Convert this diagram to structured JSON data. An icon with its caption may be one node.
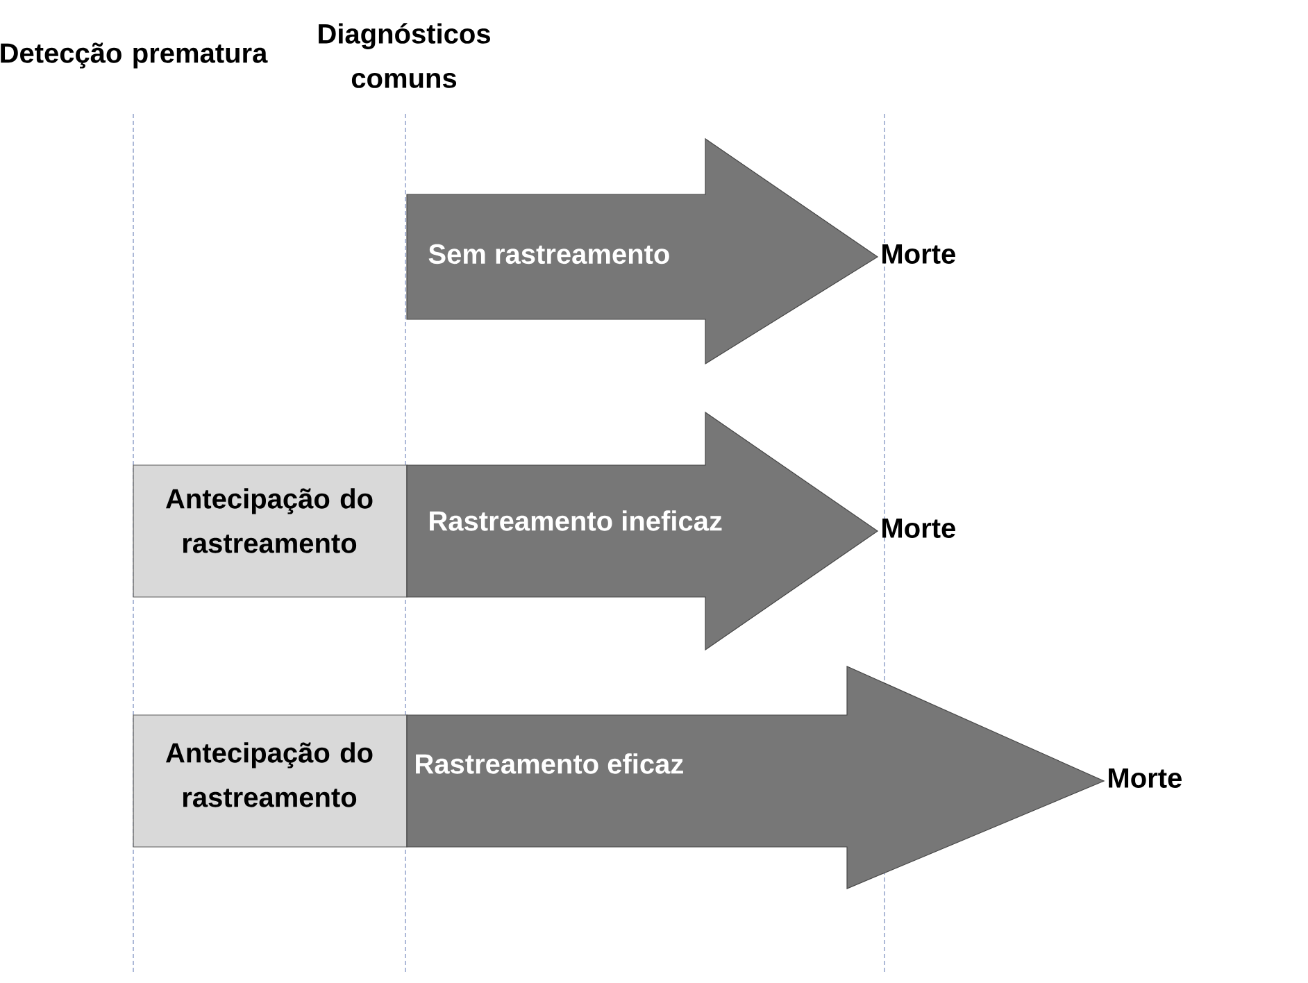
{
  "diagram": {
    "nodes": [
      {
        "text": [
          "Sem rastreamento"
        ],
        "beside": [
          "Morte"
        ]
      },
      {
        "text": [
          "Antecipação do rastreamento"
        ]
      },
      {
        "text": [
          "Rastreamento ineficaz"
        ],
        "beside": [
          "Morte"
        ]
      },
      {
        "text": [
          "Antecipação do rastreamento"
        ]
      },
      {
        "text": [
          "Rastreamento eficaz"
        ],
        "beside": [
          "Morte"
        ]
      }
    ],
    "labels": [
      "Detecção prematura",
      "Diagnósticos comuns"
    ]
  }
}
